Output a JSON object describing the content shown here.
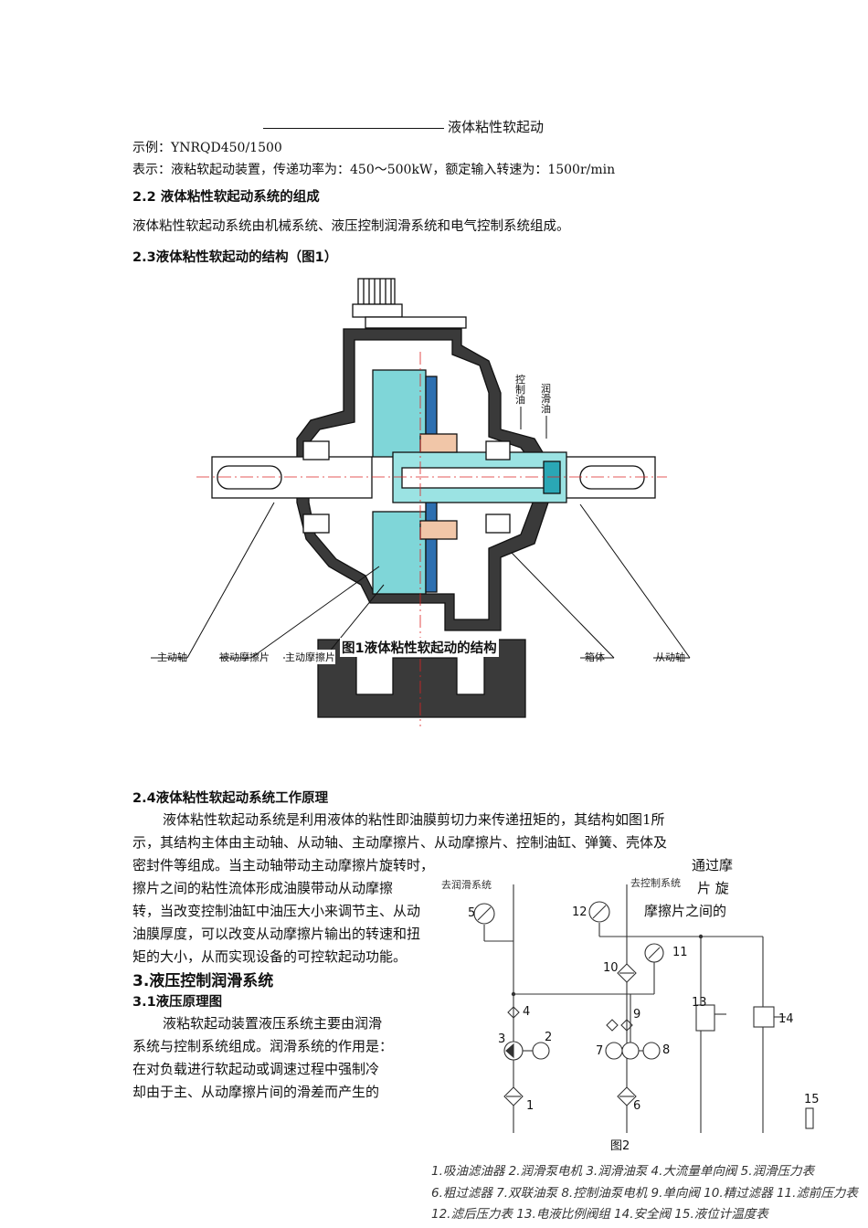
{
  "header": {
    "title_suffix": "液体粘性软起动"
  },
  "example": {
    "line1": "示例：YNRQD450/1500",
    "line2": "表示：液粘软起动装置，传递功率为：450～500kW，额定输入转速为：1500r/min"
  },
  "sec22": {
    "heading": "2.2 液体粘性软起动系统的组成",
    "body": "液体粘性软起动系统由机械系统、液压控制润滑系统和电气控制系统组成。"
  },
  "sec23": {
    "heading": "2.3液体粘性软起动的结构（图1）"
  },
  "fig1": {
    "caption": "图1液体粘性软起动的结构",
    "label_control_oil": "控制油",
    "label_lube_oil": "润滑油",
    "callouts": [
      "主动轴",
      "被动摩擦片",
      "主动摩擦片",
      "箱体",
      "从动轴"
    ]
  },
  "sec24": {
    "heading": "2.4液体粘性软起动系统工作原理",
    "lines": [
      "液体粘性软起动系统是利用液体的粘性即油膜剪切力来传递扭矩的，其结构如图1所",
      "示，其结构主体由主动轴、从动轴、主动摩擦片、从动摩擦片、控制油缸、弹簧、壳体及",
      "密封件等组成。当主动轴带动主动摩擦片旋转时，",
      "擦片之间的粘性流体形成油膜带动从动摩擦",
      "转，当改变控制油缸中油压大小来调节主、从动",
      "油膜厚度，可以改变从动摩擦片输出的转速和扭",
      "矩的大小，从而实现设备的可控软起动功能。"
    ],
    "right_fragments": [
      "通过摩",
      "片 旋",
      "摩擦片之间的"
    ]
  },
  "sec3": {
    "heading": "3.液压控制润滑系统"
  },
  "sec31": {
    "heading": "3.1液压原理图",
    "lines": [
      "液粘软起动装置液压系统主要由润滑",
      "系统与控制系统组成。润滑系统的作用是：",
      "在对负载进行软起动或调速过程中强制冷",
      "却由于主、从动摩擦片间的滑差而产生的"
    ]
  },
  "fig2": {
    "label_lube_system": "去润滑系统",
    "label_control_system": "去控制系统",
    "numbers": [
      "1",
      "2",
      "3",
      "4",
      "5",
      "6",
      "7",
      "8",
      "9",
      "10",
      "11",
      "12",
      "13",
      "14",
      "15"
    ],
    "caption": "图2",
    "legend": [
      "1.吸油滤油器  2.润滑泵电机  3.润滑油泵  4.大流量单向阀  5.润滑压力表",
      "6.粗过滤器  7.双联油泵  8.控制油泵电机  9.单向阀  10.精过滤器  11.滤前压力表",
      "12.滤后压力表  13.电液比例阀组  14.安全阀  15.液位计温度表"
    ]
  }
}
